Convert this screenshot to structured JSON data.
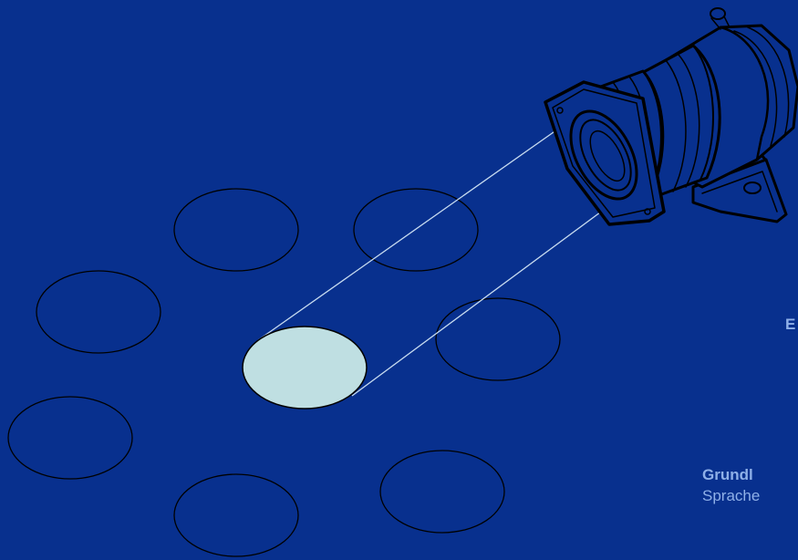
{
  "colors": {
    "background": "#08308e",
    "outline": "#000000",
    "highlight": "#bfdfe2",
    "beam": "#c8dcf0",
    "text": "#8fb0e8"
  },
  "icons": {
    "spotlight": "spotlight-icon"
  },
  "labels": {
    "b": "E",
    "grundl": "Grundl",
    "sprache": "Sprache"
  }
}
